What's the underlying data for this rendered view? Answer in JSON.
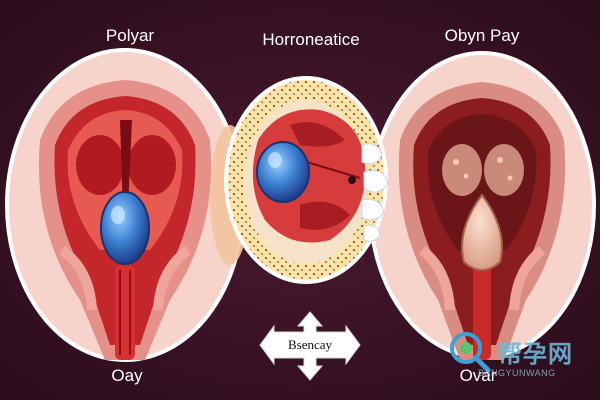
{
  "labels": {
    "left_top": "Polyar",
    "center_top": "Horroneatice",
    "right_top": "Obyn Pay",
    "left_bottom": "Oay",
    "right_bottom": "Ovar",
    "arrow": "Bsencay"
  },
  "watermark": {
    "brand": "帮孕网",
    "sub": "BANGYUNWANG",
    "icon": "magnifier-logo-icon"
  },
  "colors": {
    "background": "#2a0c1a",
    "circle_fill": "#f6d2c8",
    "tissue_red": "#c8262c",
    "cyst_blue": "#2f6fbf",
    "follicle_yellow": "#f6e49a"
  }
}
